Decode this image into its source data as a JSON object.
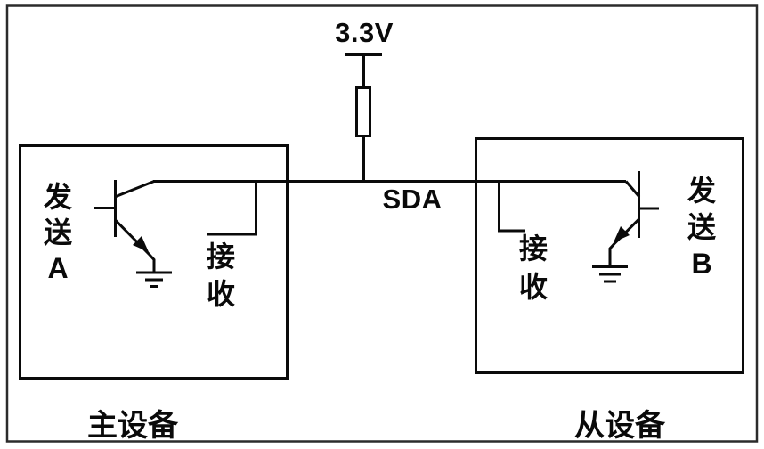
{
  "power": {
    "label": "3.3V"
  },
  "bus": {
    "label": "SDA"
  },
  "master": {
    "device_label": "主设备",
    "transmit_label": "发送A",
    "receive_label": "接收"
  },
  "slave": {
    "device_label": "从设备",
    "transmit_label": "发送B",
    "receive_label": "接收"
  },
  "colors": {
    "line": "#0a0a0a",
    "frame": "#2b2b2b",
    "background": "#ffffff"
  }
}
